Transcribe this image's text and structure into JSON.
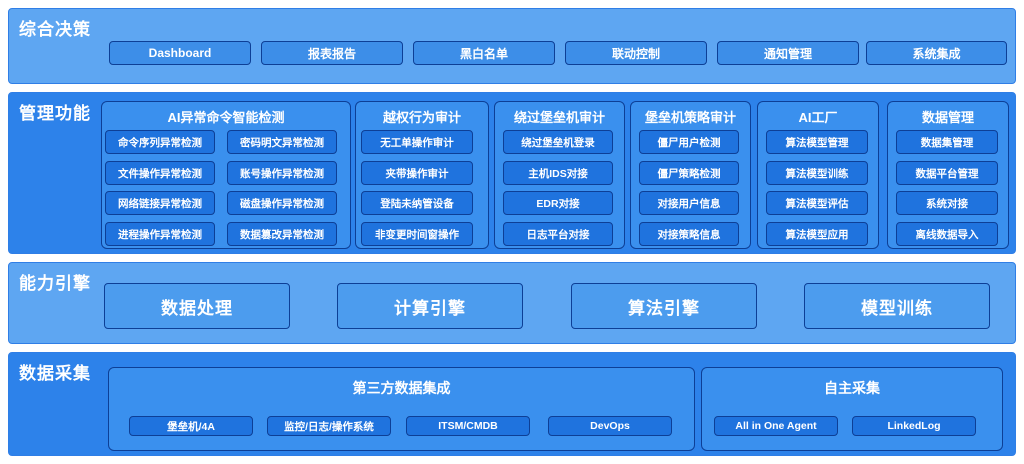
{
  "layers": {
    "decision": {
      "title": "综合决策",
      "items": [
        "Dashboard",
        "报表报告",
        "黑白名单",
        "联动控制",
        "通知管理",
        "系统集成"
      ]
    },
    "management": {
      "title": "管理功能",
      "groups": [
        {
          "title": "AI异常命令智能检测",
          "items": [
            "命令序列异常检测",
            "密码明文异常检测",
            "文件操作异常检测",
            "账号操作异常检测",
            "网络链接异常检测",
            "磁盘操作异常检测",
            "进程操作异常检测",
            "数据篡改异常检测"
          ]
        },
        {
          "title": "越权行为审计",
          "items": [
            "无工单操作审计",
            "夹带操作审计",
            "登陆未纳管设备",
            "非变更时间窗操作"
          ]
        },
        {
          "title": "绕过堡垒机审计",
          "items": [
            "绕过堡垒机登录",
            "主机IDS对接",
            "EDR对接",
            "日志平台对接"
          ]
        },
        {
          "title": "堡垒机策略审计",
          "items": [
            "僵尸用户检测",
            "僵尸策略检测",
            "对接用户信息",
            "对接策略信息"
          ]
        },
        {
          "title": "AI工厂",
          "items": [
            "算法模型管理",
            "算法模型训练",
            "算法模型评估",
            "算法模型应用"
          ]
        },
        {
          "title": "数据管理",
          "items": [
            "数据集管理",
            "数据平台管理",
            "系统对接",
            "离线数据导入"
          ]
        }
      ]
    },
    "engine": {
      "title": "能力引擎",
      "items": [
        "数据处理",
        "计算引擎",
        "算法引擎",
        "模型训练"
      ]
    },
    "collection": {
      "title": "数据采集",
      "groups": [
        {
          "title": "第三方数据集成",
          "items": [
            "堡垒机/4A",
            "监控/日志/操作系统",
            "ITSM/CMDB",
            "DevOps"
          ]
        },
        {
          "title": "自主采集",
          "items": [
            "All in One Agent",
            "LinkedLog"
          ]
        }
      ]
    }
  }
}
